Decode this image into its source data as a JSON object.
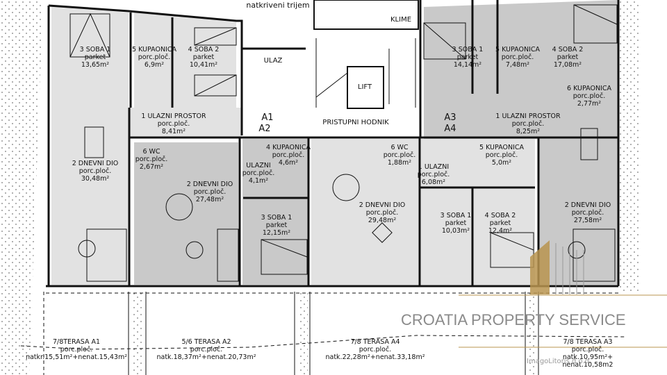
{
  "plan": {
    "labels": {
      "covered_porch": "natkriveni trijem",
      "entrance": "ULAZ",
      "lift": "LIFT",
      "ac": "KLIME",
      "corridor": "PRISTUPNI HODNIK",
      "a1": "A1",
      "a2": "A2",
      "a3": "A3",
      "a4": "A4"
    },
    "rooms": [
      {
        "lines": [
          "3 SOBA 1",
          "parket",
          "13,65m²"
        ]
      },
      {
        "lines": [
          "5 KUPAONICA",
          "porc.ploč.",
          "6,9m²"
        ]
      },
      {
        "lines": [
          "4 SOBA 2",
          "parket",
          "10,41m²"
        ]
      },
      {
        "lines": [
          "1 ULAZNI PROSTOR",
          "porc.ploč.",
          "8,41m²"
        ]
      },
      {
        "lines": [
          "2 DNEVNI DIO",
          "porc.ploč.",
          "30,48m²"
        ]
      },
      {
        "lines": [
          "6 WC",
          "porc.ploč.",
          "2,67m²"
        ]
      },
      {
        "lines": [
          "2 DNEVNI DIO",
          "porc.ploč.",
          "27,48m²"
        ]
      },
      {
        "lines": [
          "ULAZNI",
          "porc.ploč.",
          "4,1m²"
        ]
      },
      {
        "lines": [
          "4 KUPAONICA",
          "porc.ploč.",
          "4,6m²"
        ]
      },
      {
        "lines": [
          "3 SOBA 1",
          "parket",
          "12,15m²"
        ]
      },
      {
        "lines": [
          "6 WC",
          "porc.ploč.",
          "1,88m²"
        ]
      },
      {
        "lines": [
          "1 ULAZNI",
          "porc.ploč.",
          "6,08m²"
        ]
      },
      {
        "lines": [
          "2 DNEVNI DIO",
          "porc.ploč.",
          "29,48m²"
        ]
      },
      {
        "lines": [
          "3 SOBA 1",
          "parket",
          "10,03m²"
        ]
      },
      {
        "lines": [
          "4 SOBA 2",
          "parket",
          "12,4m²"
        ]
      },
      {
        "lines": [
          "5 KUPAONICA",
          "porc.ploč.",
          "5,0m²"
        ]
      },
      {
        "lines": [
          "3 SOBA 1",
          "parket",
          "14,14m²"
        ]
      },
      {
        "lines": [
          "5 KUPAONICA",
          "porc.ploč.",
          "7,48m²"
        ]
      },
      {
        "lines": [
          "4 SOBA 2",
          "parket",
          "17,08m²"
        ]
      },
      {
        "lines": [
          "6 KUPAONICA",
          "porc.ploč.",
          "2,77m²"
        ]
      },
      {
        "lines": [
          "1 ULAZNI PROSTOR",
          "porc.ploč.",
          "8,25m²"
        ]
      },
      {
        "lines": [
          "2 DNEVNI DIO",
          "porc.ploč.",
          "27,58m²"
        ]
      },
      {
        "lines": [
          "7/8TERASA A1",
          "porc.ploč.",
          "natkr.15,51m²+nenat.15,43m²"
        ]
      },
      {
        "lines": [
          "5/6 TERASA A2",
          "porc.ploč.",
          "natk.18,37m²+nenat.20,73m²"
        ]
      },
      {
        "lines": [
          "7/8 TERASA A4",
          "porc.ploč.",
          "natk.22,28m²+nenat.33,18m²"
        ]
      },
      {
        "lines": [
          "7/8 TERASA A3",
          "porc.ploč.",
          "natk.10,95m²+",
          "nenat.10,58m2"
        ]
      }
    ]
  },
  "watermark": {
    "brand": "CROATIA PROPERTY SERVICE",
    "credit": "ImagoLitoris d.o.o.",
    "accent_color": "#b8944f"
  }
}
